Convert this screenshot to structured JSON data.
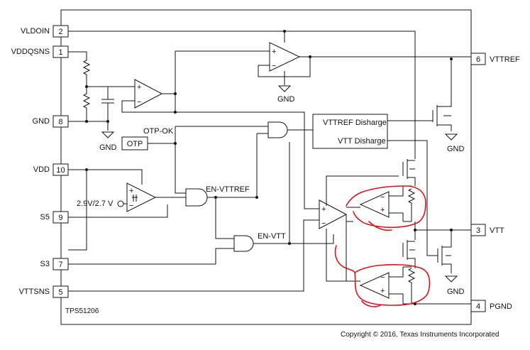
{
  "device": "TPS51206",
  "copyright": "Copyright © 2016, Texas Instruments Incorporated",
  "pins": [
    {
      "number": "2",
      "name": "VLDOIN"
    },
    {
      "number": "1",
      "name": "VDDQSNS"
    },
    {
      "number": "8",
      "name": "GND"
    },
    {
      "number": "10",
      "name": "VDD"
    },
    {
      "number": "9",
      "name": "S5"
    },
    {
      "number": "7",
      "name": "S3"
    },
    {
      "number": "5",
      "name": "VTTSNS"
    },
    {
      "number": "6",
      "name": "VTTREF"
    },
    {
      "number": "3",
      "name": "VTT"
    },
    {
      "number": "4",
      "name": "PGND"
    }
  ],
  "blocks": {
    "otp": "OTP",
    "otp_ok": "OTP-OK",
    "discharge_vttref": "VTTREF Disharge",
    "discharge_vtt": "VTT Disharge",
    "uvlo_threshold": "2.9V/2.7 V",
    "en_vttref": "EN-VTTREF",
    "en_vtt": "EN-VTT"
  },
  "ground_labels": {
    "gnd1": "GND",
    "gnd2": "GND",
    "gnd3": "GND",
    "gnd4": "GND"
  },
  "amp_signs": {
    "plus": "+",
    "minus": "−"
  }
}
